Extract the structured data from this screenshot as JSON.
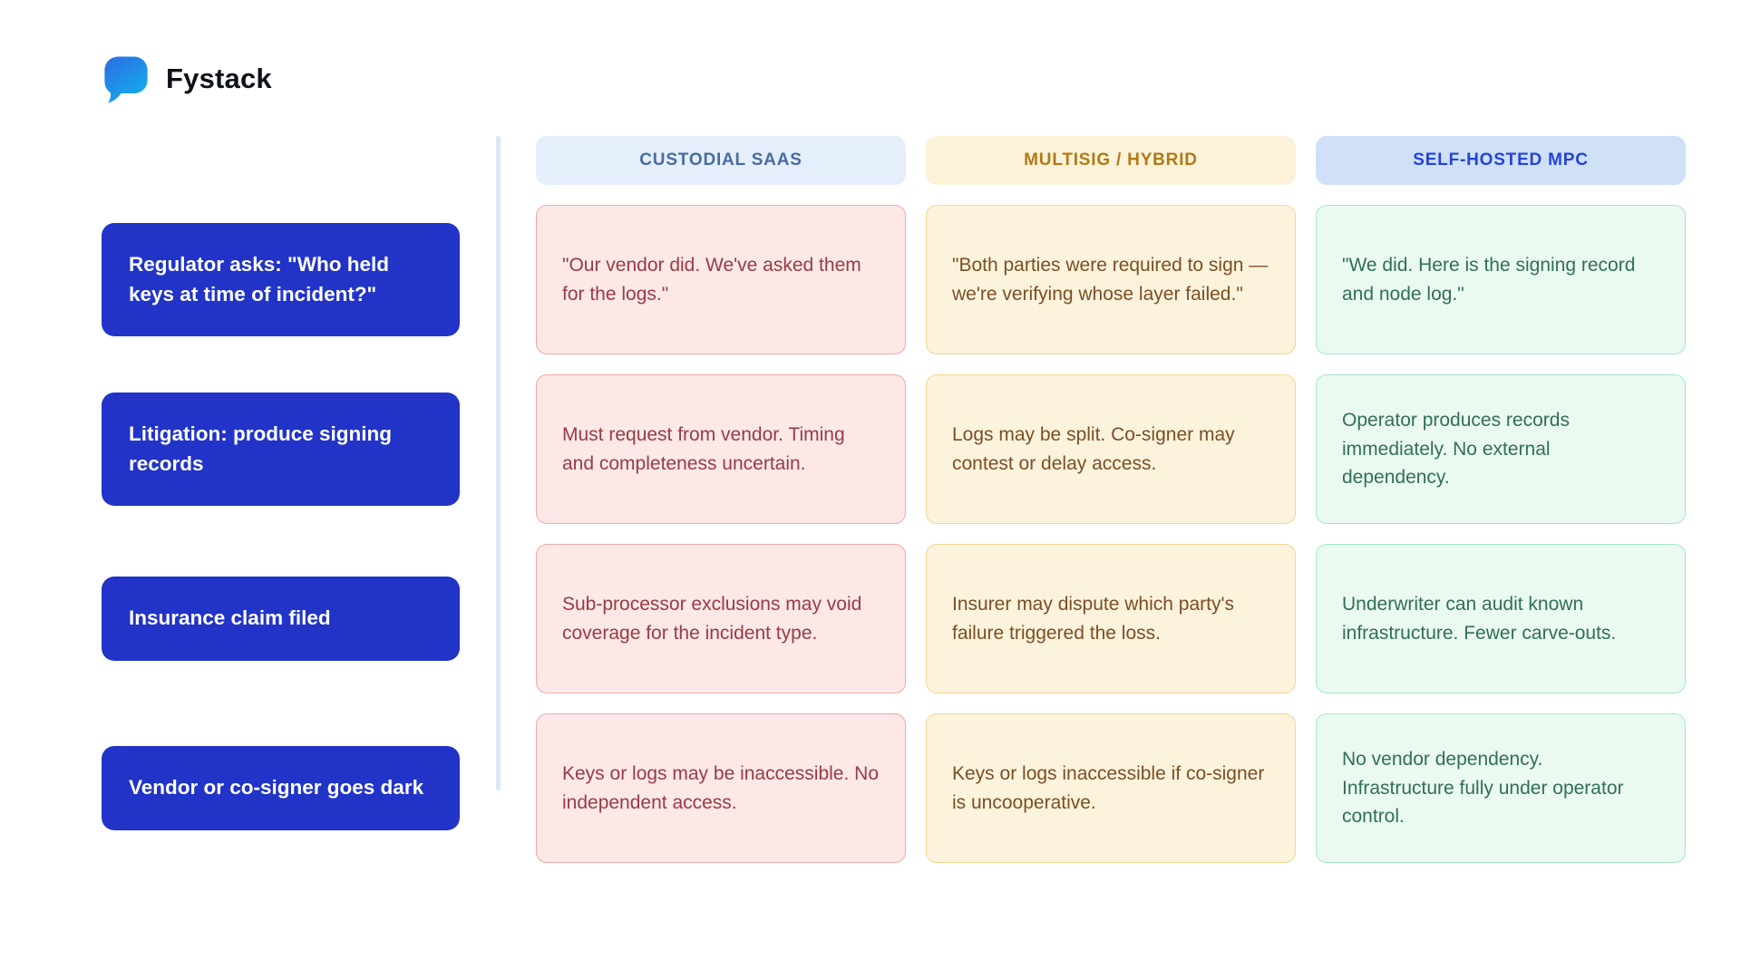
{
  "brand": {
    "name": "Fystack",
    "logo_icon": "speech-bubble-icon"
  },
  "colors": {
    "label_bg": "#2134c7",
    "divider": "#d8e8f7",
    "logo_gradient_start": "#2b70e4",
    "logo_gradient_end": "#12afec",
    "columns": [
      {
        "header_bg": "#e4effb",
        "header_text": "#4a6b9d",
        "cell_bg": "#fbe8e7",
        "cell_border": "#efa9ac",
        "cell_text": "#993b44"
      },
      {
        "header_bg": "#fcf2da",
        "header_text": "#b07916",
        "cell_bg": "#fcf3dd",
        "cell_border": "#f0d794",
        "cell_text": "#7c4e24"
      },
      {
        "header_bg": "#cfe0f7",
        "header_text": "#2443d8",
        "cell_bg": "#eafaf0",
        "cell_border": "#a6e8c2",
        "cell_text": "#317052"
      }
    ]
  },
  "comparison": {
    "column_headers": [
      "CUSTODIAL SAAS",
      "MULTISIG / HYBRID",
      "SELF-HOSTED MPC"
    ],
    "rows": [
      {
        "scenario": "Regulator asks: \"Who held keys at time of incident?\"",
        "cells": [
          "\"Our vendor did. We've asked them for the logs.\"",
          "\"Both parties were required to sign — we're verifying whose layer failed.\"",
          "\"We did. Here is the signing record and node log.\""
        ]
      },
      {
        "scenario": "Litigation: produce signing records",
        "cells": [
          "Must request from vendor. Timing and completeness uncertain.",
          "Logs may be split. Co-signer may contest or delay access.",
          "Operator produces records immediately. No external dependency."
        ]
      },
      {
        "scenario": "Insurance claim filed",
        "cells": [
          "Sub-processor exclusions may void coverage for the incident type.",
          "Insurer may dispute which party's failure triggered the loss.",
          "Underwriter can audit known infrastructure. Fewer carve-outs."
        ]
      },
      {
        "scenario": "Vendor or co-signer goes dark",
        "cells": [
          "Keys or logs may be inaccessible. No independent access.",
          "Keys or logs inaccessible if co-signer is uncooperative.",
          "No vendor dependency. Infrastructure fully under operator control."
        ]
      }
    ]
  }
}
